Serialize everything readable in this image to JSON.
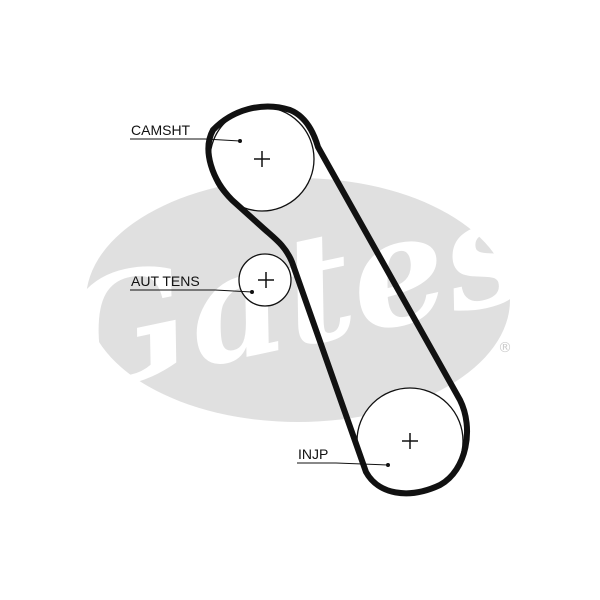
{
  "logo": {
    "text": "Gates",
    "registered_mark": "®",
    "color": "#dddddd"
  },
  "pulleys": [
    {
      "id": "camshaft",
      "label": "CAMSHT"
    },
    {
      "id": "tensioner",
      "label": "AUT TENS"
    },
    {
      "id": "injection-pump",
      "label": "INJP"
    }
  ],
  "colors": {
    "belt": "#111111",
    "pulley": "#111111",
    "label": "#111111"
  }
}
